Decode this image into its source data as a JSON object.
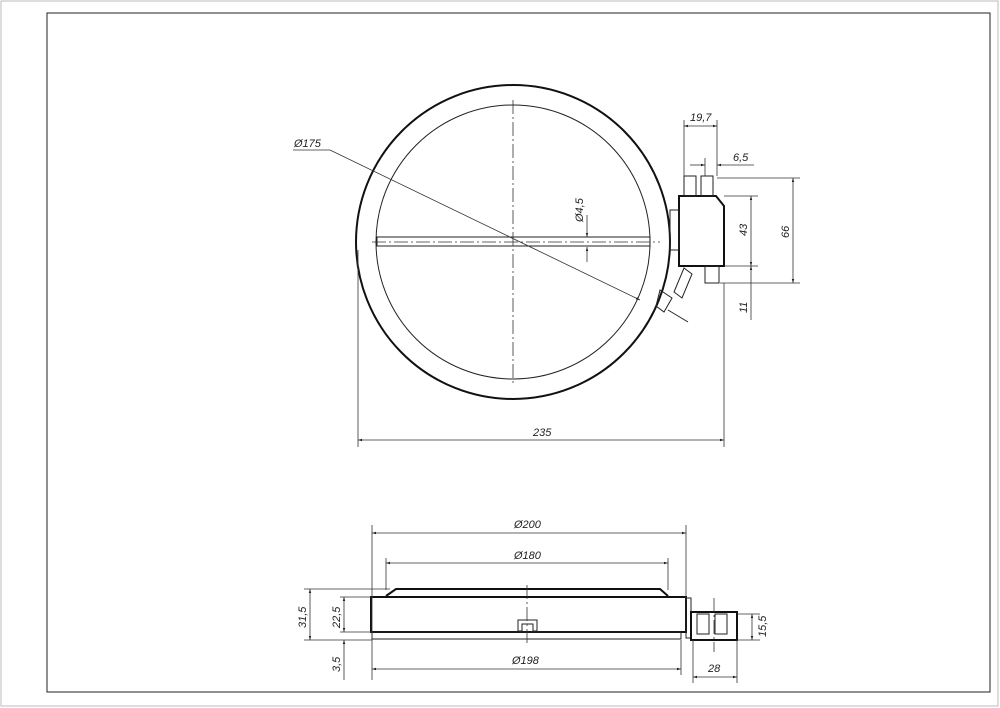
{
  "drawing": {
    "top_view": {
      "dimensions": {
        "outer_diameter": "Ø175",
        "hole_diameter": "Ø4,5",
        "overall_width": "235",
        "terminal_span": "19,7",
        "terminal_pitch": "6,5",
        "box_height": "43",
        "total_height": "66",
        "lower_offset": "11"
      }
    },
    "side_view": {
      "dimensions": {
        "diameter_200": "Ø200",
        "diameter_180": "Ø180",
        "diameter_198": "Ø198",
        "total_height": "31,5",
        "body_height": "22,5",
        "plate_height": "3,5",
        "connector_width": "28",
        "connector_height": "15,5"
      }
    }
  }
}
